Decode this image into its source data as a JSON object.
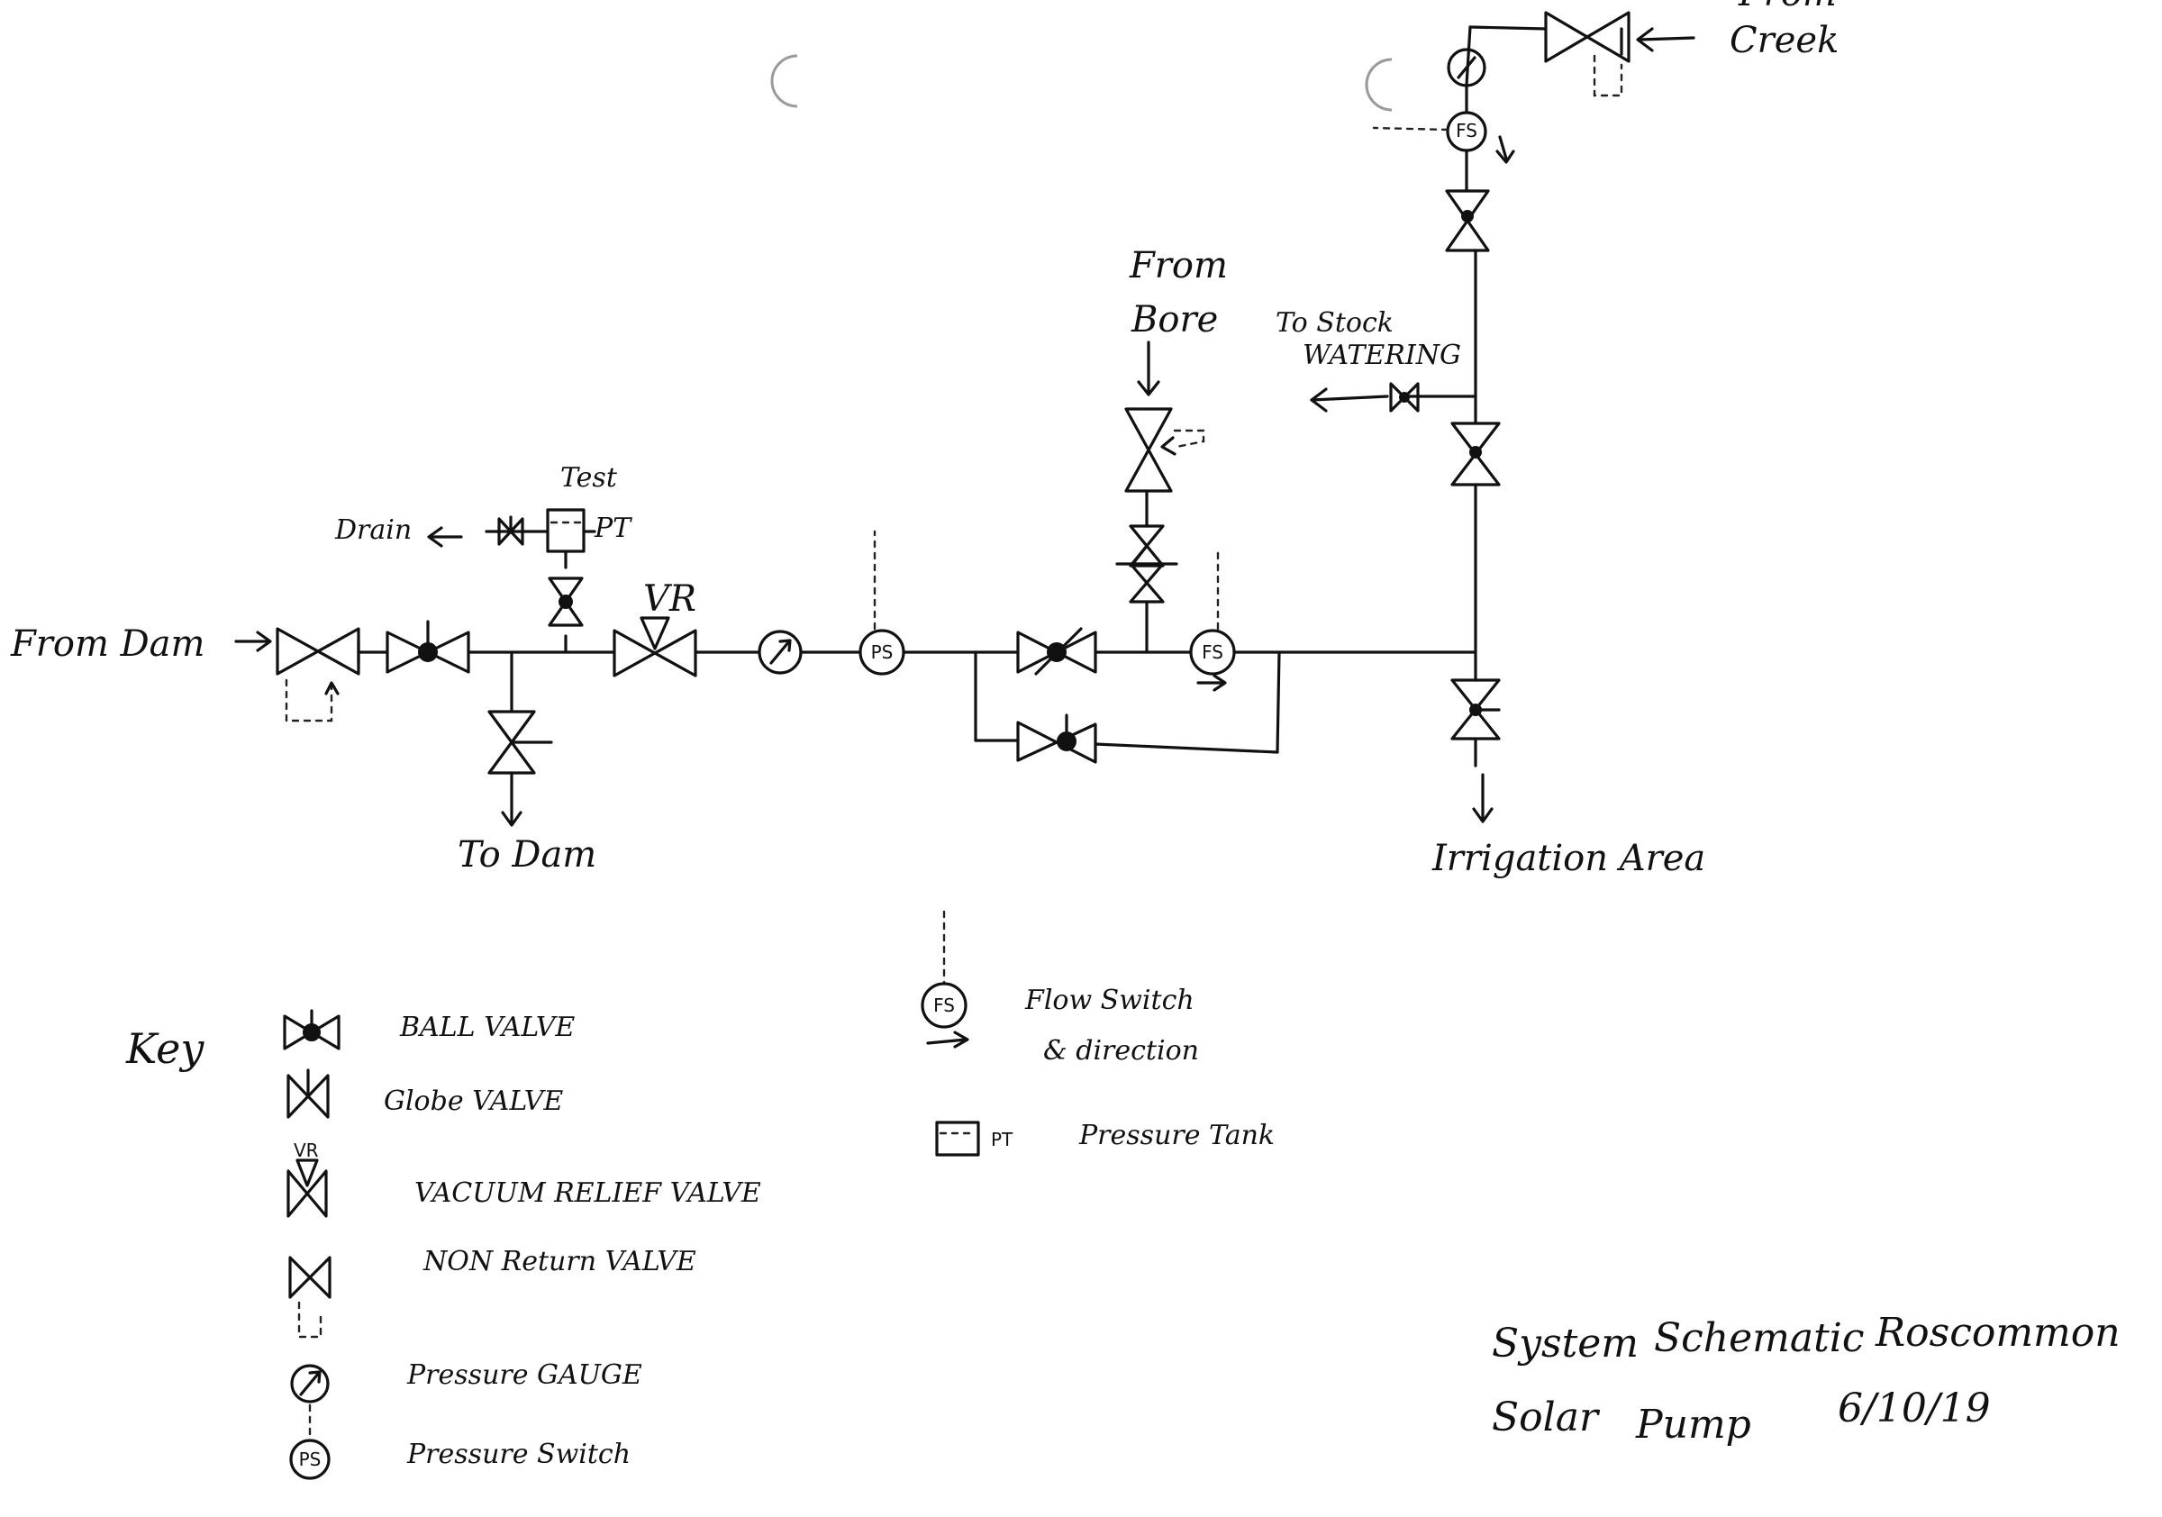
{
  "labels": {
    "from_creek_top": "From",
    "from_creek": "Creek",
    "from_bore_1": "From",
    "from_bore_2": "Bore",
    "to_stock_1": "To Stock",
    "to_stock_2": "WATERING",
    "drain": "Drain",
    "test": "Test",
    "pt": "PT",
    "vr": "VR",
    "from_dam": "From  Dam",
    "to_dam": "To Dam",
    "irrigation_area": "Irrigation Area",
    "ps": "PS",
    "fs": "FS"
  },
  "key": {
    "title": "Key",
    "ball_valve": "BALL VALVE",
    "globe_valve": "Globe  VALVE",
    "vr_symbol": "VR",
    "vacuum_relief_valve": "VACUUM  RELIEF  VALVE",
    "non_return_valve": "NON  Return  VALVE",
    "pressure_gauge": "Pressure  GAUGE",
    "pressure_switch": "Pressure  Switch",
    "flow_switch_1": "Flow  Switch",
    "flow_switch_2": "&  direction",
    "pressure_tank": "Pressure  Tank",
    "pt_symbol": "PT",
    "ps_symbol": "PS",
    "fs_symbol": "FS"
  },
  "title_block": {
    "line1_a": "System",
    "line1_b": "Schematic",
    "line1_c": "Roscommon",
    "line2_a": "Solar",
    "line2_b": "Pump",
    "date": "6/10/19"
  }
}
